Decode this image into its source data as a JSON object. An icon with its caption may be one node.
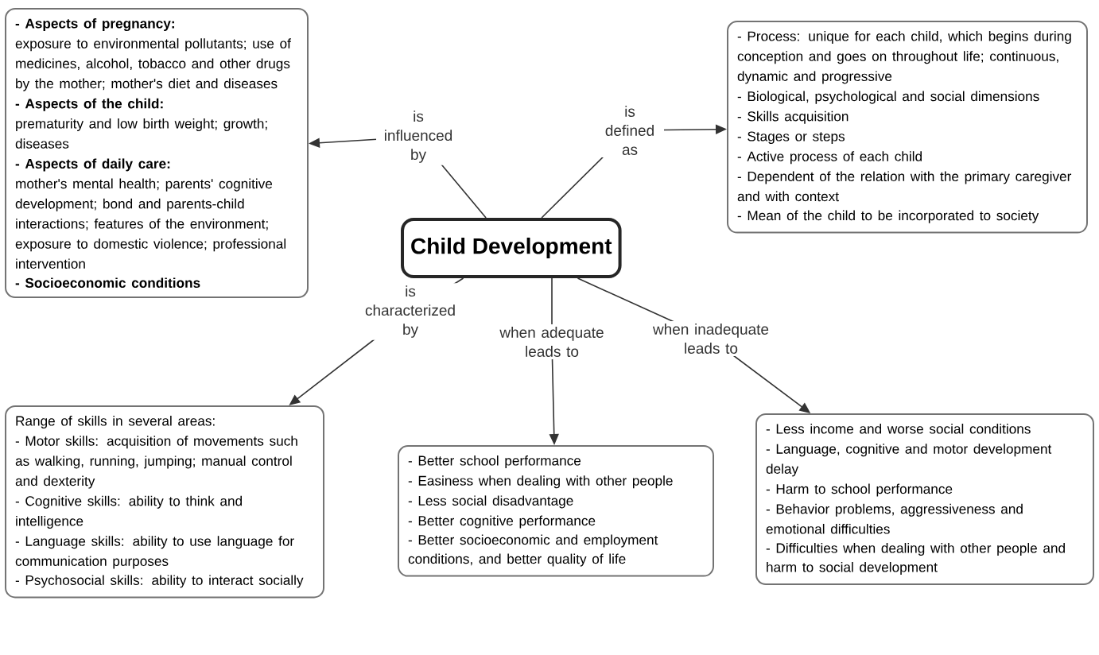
{
  "diagram": {
    "nodes": [
      {
        "text": [
          "Child Development"
        ]
      },
      {
        "text": [
          "- Aspects of pregnancy:",
          "exposure to environmental pollutants; use of medicines, alcohol, tobacco and other drugs by the mother; mother's diet and diseases",
          "- Aspects of the child:",
          "prematurity and low birth weight; growth; diseases",
          "- Aspects of daily care:",
          "mother's mental health; parents' cognitive development; bond and parents-child interactions; features of the environment; exposure to domestic violence; professional intervention",
          "- Socioeconomic conditions"
        ]
      },
      {
        "text": [
          "- Process: unique for each child, which begins during conception and goes on throughout life; continuous, dynamic and progressive",
          "- Biological, psychological and social dimensions",
          "- Skills acquisition",
          "- Stages or steps",
          "- Active process of each child",
          "- Dependent of the relation with the primary caregiver and with context",
          "- Mean of the child to be incorporated to society"
        ]
      },
      {
        "text": [
          "Range of skills in several areas:",
          "- Motor skills: acquisition of movements such as walking, running, jumping; manual control and dexterity",
          "- Cognitive skills: ability to think and intelligence",
          "- Language skills: ability to use language for communication purposes",
          "- Psychosocial skills: ability to interact socially"
        ]
      },
      {
        "text": [
          "- Better school performance",
          "- Easiness when dealing with other people",
          "- Less social disadvantage",
          "- Better cognitive performance",
          "- Better socioeconomic and employment conditions, and better quality of life"
        ]
      },
      {
        "text": [
          "- Less income and worse social conditions",
          "- Language, cognitive and motor development delay",
          "- Harm to school performance",
          "- Behavior problems, aggressiveness and emotional difficulties",
          "- Difficulties when dealing with other people and harm to social development"
        ]
      }
    ],
    "edges": [
      {
        "from": 0,
        "to": 1,
        "arrow": "to",
        "label": "is influenced by"
      },
      {
        "from": 0,
        "to": 2,
        "arrow": "to",
        "label": "is defined as"
      },
      {
        "from": 0,
        "to": 3,
        "arrow": "to",
        "label": "is characterized by"
      },
      {
        "from": 0,
        "to": 4,
        "arrow": "to",
        "label": "when adequate leads to"
      },
      {
        "from": 0,
        "to": 5,
        "arrow": "to",
        "label": "when inadequate leads to"
      }
    ]
  }
}
